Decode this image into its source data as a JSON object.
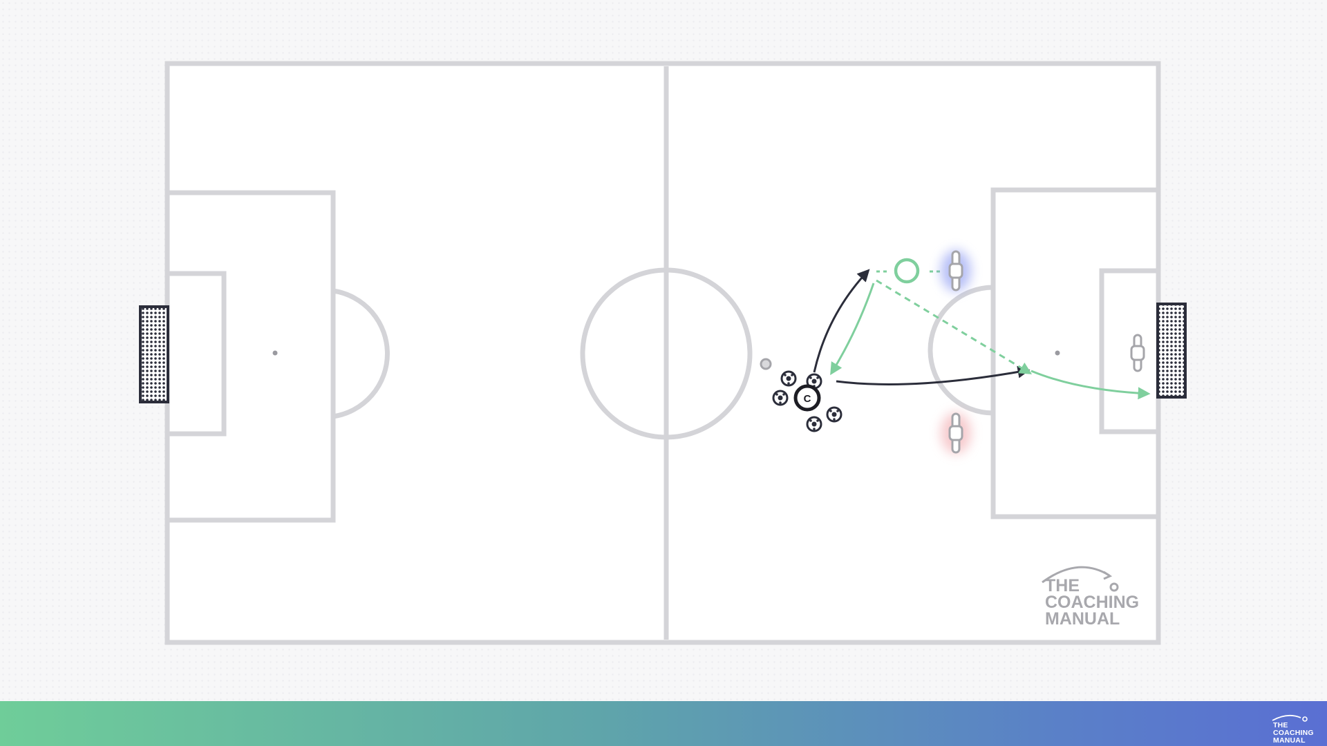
{
  "watermark": {
    "line1": "THE",
    "line2": "COACHING",
    "line3": "MANUAL",
    "color": "#a8a8ad"
  },
  "bottom_bar": {
    "logo_line1": "THE",
    "logo_line2": "COACHING",
    "logo_line3": "MANUAL",
    "gradient_start": "#6fcd99",
    "gradient_end": "#5a6fd3"
  },
  "players": {
    "coach_label": "C"
  },
  "colors": {
    "pitch_line": "#d4d4d8",
    "pitch_fill": "#ffffff",
    "dark_arrow": "#2b2d3a",
    "green_arrow": "#7fcf9d",
    "mannequin_blue_glow": "#7d8cf0",
    "mannequin_red_glow": "#f0a0a6"
  }
}
